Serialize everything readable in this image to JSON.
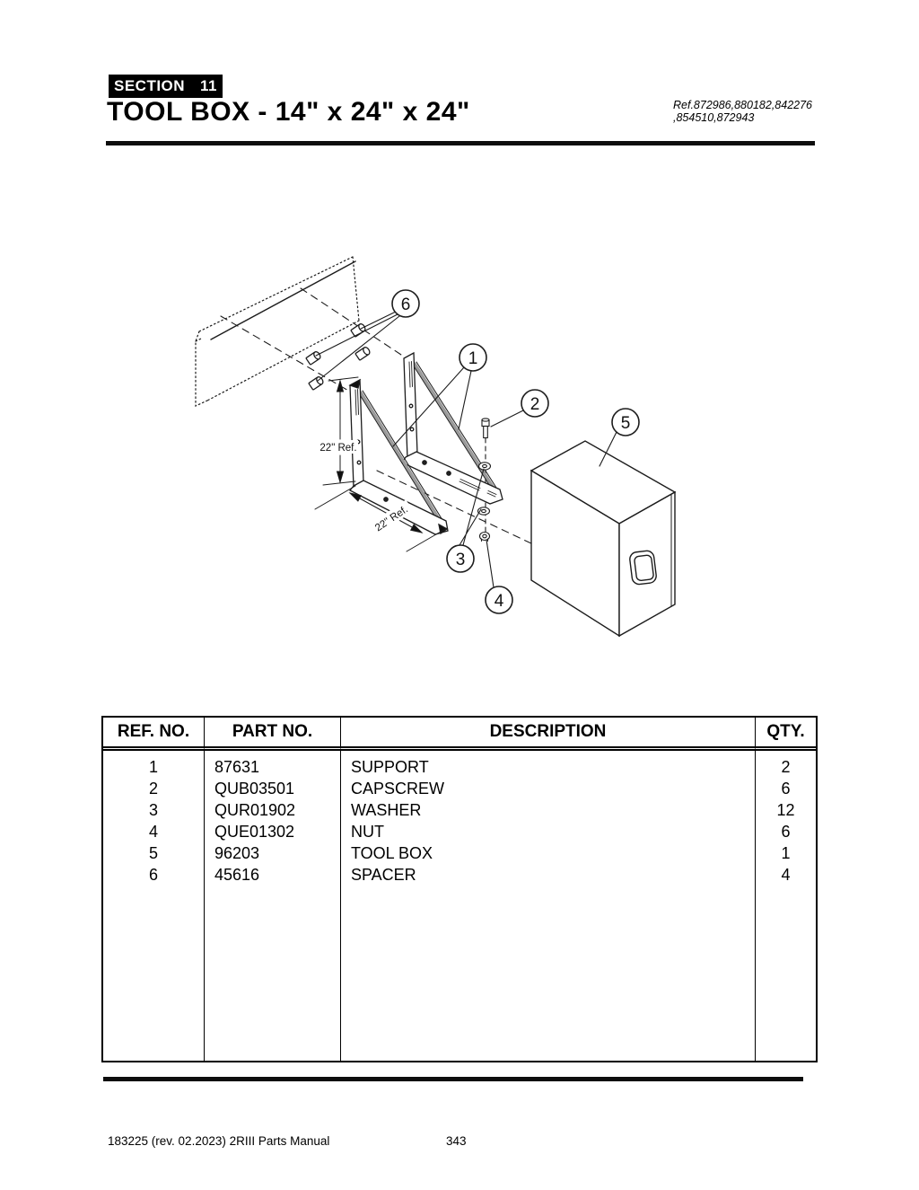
{
  "header": {
    "section_label": "SECTION",
    "section_number": "11",
    "title": "TOOL BOX - 14\" x 24\" x 24\"",
    "ref_line1": "Ref.872986,880182,842276",
    "ref_line2": ",854510,872943"
  },
  "diagram": {
    "callouts": [
      "1",
      "2",
      "3",
      "4",
      "5",
      "6"
    ],
    "dim_vertical": "22\" Ref.",
    "dim_diagonal": "22\" Ref."
  },
  "parts_table": {
    "headers": {
      "ref": "REF. NO.",
      "part": "PART NO.",
      "desc": "DESCRIPTION",
      "qty": "QTY."
    },
    "rows": [
      {
        "ref": "1",
        "part": "87631",
        "desc": "SUPPORT",
        "qty": "2"
      },
      {
        "ref": "2",
        "part": "QUB03501",
        "desc": "CAPSCREW",
        "qty": "6"
      },
      {
        "ref": "3",
        "part": "QUR01902",
        "desc": "WASHER",
        "qty": "12"
      },
      {
        "ref": "4",
        "part": "QUE01302",
        "desc": "NUT",
        "qty": "6"
      },
      {
        "ref": "5",
        "part": "96203",
        "desc": "TOOL BOX",
        "qty": "1"
      },
      {
        "ref": "6",
        "part": "45616",
        "desc": "SPACER",
        "qty": "4"
      }
    ]
  },
  "footer": {
    "doc": "183225  (rev. 02.2023) 2RIII Parts Manual",
    "page": "343"
  }
}
